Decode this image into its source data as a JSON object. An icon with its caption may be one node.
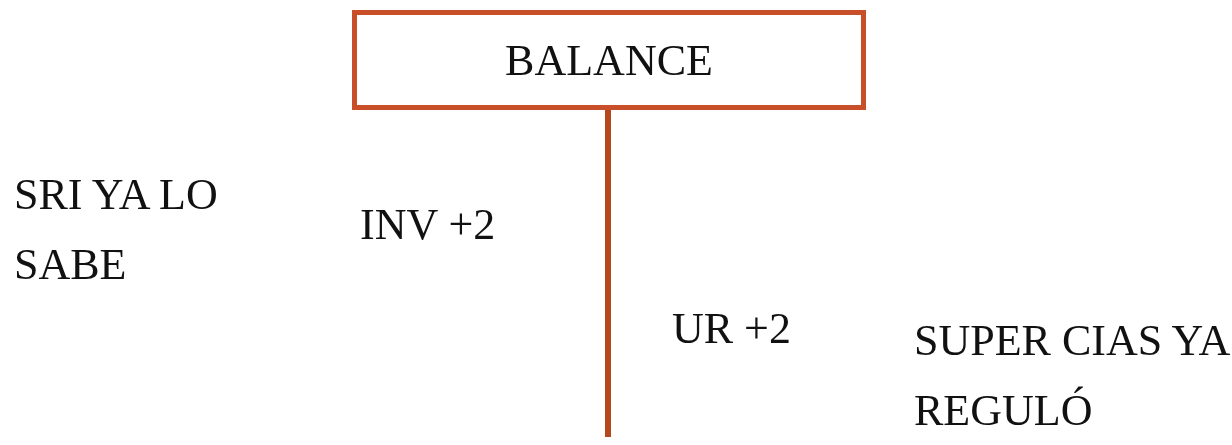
{
  "diagram": {
    "nodes": [
      {
        "text": [
          "BALANCE"
        ]
      }
    ],
    "labels": [
      "SRI YA LO SABE",
      "INV +2",
      "UR +2",
      "SUPER CIAS YA REGULÓ"
    ]
  }
}
